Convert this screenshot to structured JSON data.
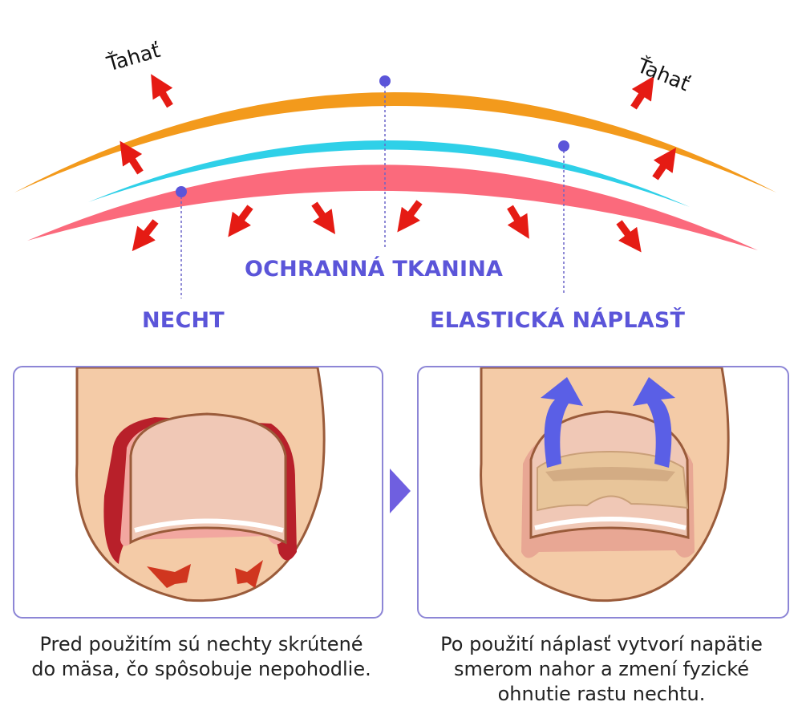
{
  "diagram": {
    "pull_label": "Ťahať",
    "labels": {
      "fabric": "OCHRANNÁ TKANINA",
      "nail": "NECHT",
      "patch": "ELASTICKÁ NÁPLASŤ"
    },
    "colors": {
      "fabric": "#f39a1c",
      "patch": "#2fd0e8",
      "nail": "#fb6a7c",
      "arrow": "#e51b14",
      "label": "#5b55d9",
      "skin": "#f4cba7"
    }
  },
  "panels": {
    "before": {
      "caption_line1": "Pred použitím sú nechty skrútené",
      "caption_line2": "do mäsa, čo spôsobuje nepohodlie."
    },
    "after": {
      "caption_line1": "Po použití náplasť vytvorí napätie",
      "caption_line2": "smerom nahor a zmení fyzické",
      "caption_line3": "ohnutie rastu nechtu."
    }
  }
}
